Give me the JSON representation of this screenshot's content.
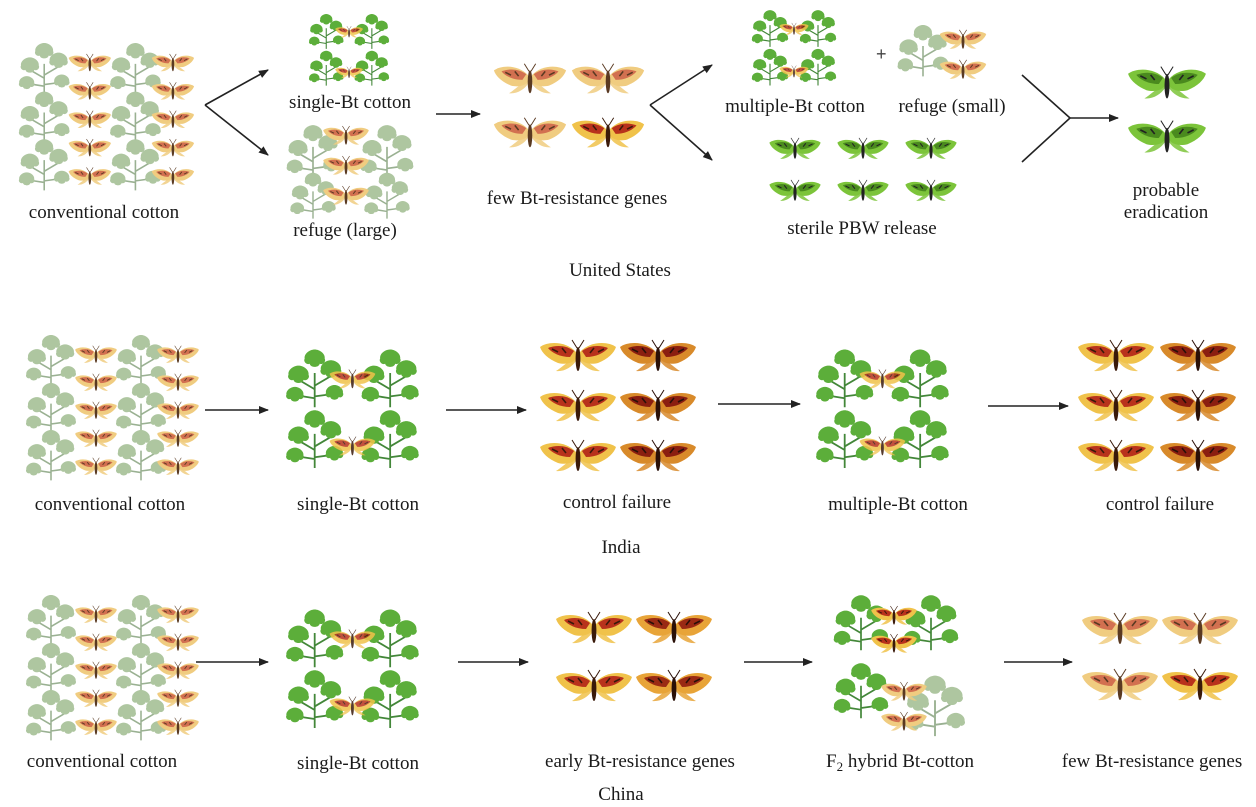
{
  "rows": [
    {
      "country": "United States",
      "labels": {
        "conventional": "conventional cotton",
        "single_bt": "single-Bt cotton",
        "refuge_large": "refuge (large)",
        "few_genes": "few Bt-resistance genes",
        "multiple_bt": "multiple-Bt cotton",
        "plus": "+",
        "refuge_small": "refuge (small)",
        "sterile": "sterile PBW release",
        "eradication": "probable eradication"
      }
    },
    {
      "country": "India",
      "labels": {
        "conventional": "conventional cotton",
        "single_bt": "single-Bt cotton",
        "control_failure_1": "control failure",
        "multiple_bt": "multiple-Bt cotton",
        "control_failure_2": "control failure"
      }
    },
    {
      "country": "China",
      "labels": {
        "conventional": "conventional cotton",
        "single_bt": "single-Bt cotton",
        "early_genes": "early Bt-resistance genes",
        "f2_prefix": "F",
        "f2_sub": "2",
        "f2_suffix": " hybrid Bt-cotton",
        "few_genes": "few Bt-resistance genes"
      }
    }
  ],
  "colors": {
    "leaf": "#5cae3a",
    "leaf_dark": "#2f7a24",
    "leaf_pale": "#a9c49a",
    "moth_yellow": "#f0c24a",
    "moth_red": "#b8321c",
    "moth_dark": "#3a1a0a",
    "moth_pale": "#e9c27a",
    "moth_green": "#7cc43a",
    "arrow": "#222222"
  },
  "icons": [
    "cotton-plant-icon",
    "pink-bollworm-moth-icon",
    "sterile-moth-icon",
    "arrow-icon"
  ]
}
